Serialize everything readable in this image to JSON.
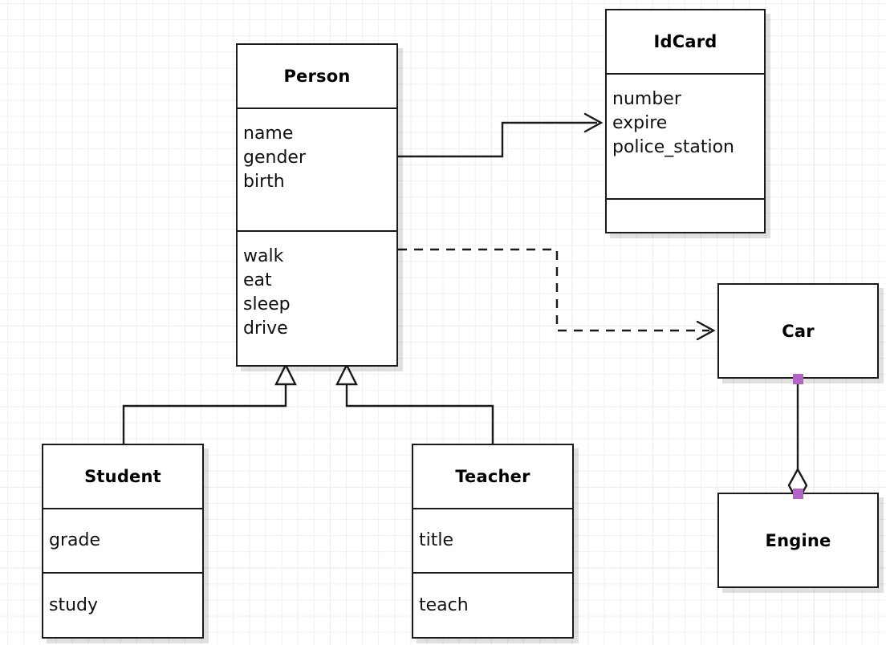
{
  "diagram": {
    "kind": "uml-class-diagram",
    "background": "#ffffff",
    "grid_color": "#e6e6e6",
    "line_color": "#1a1a1a",
    "handle_color": "#b265c4"
  },
  "classes": {
    "person": {
      "name": "Person",
      "attributes": [
        "name",
        "gender",
        "birth"
      ],
      "operations": [
        "walk",
        "eat",
        "sleep",
        "drive"
      ]
    },
    "idcard": {
      "name": "IdCard",
      "attributes": [
        "number",
        "expire",
        "police_station"
      ],
      "operations": []
    },
    "student": {
      "name": "Student",
      "attributes": [
        "grade"
      ],
      "operations": [
        "study"
      ]
    },
    "teacher": {
      "name": "Teacher",
      "attributes": [
        "title"
      ],
      "operations": [
        "teach"
      ]
    },
    "car": {
      "name": "Car"
    },
    "engine": {
      "name": "Engine"
    }
  },
  "relationships": [
    {
      "id": "person-to-idcard",
      "type": "association",
      "line": "solid",
      "arrowhead": "open",
      "from": "Person",
      "to": "IdCard"
    },
    {
      "id": "person-to-car",
      "type": "dependency",
      "line": "dashed",
      "arrowhead": "open",
      "from": "Person",
      "to": "Car"
    },
    {
      "id": "student-to-person",
      "type": "generalization",
      "line": "solid",
      "arrowhead": "hollow-triangle",
      "from": "Student",
      "to": "Person"
    },
    {
      "id": "teacher-to-person",
      "type": "generalization",
      "line": "solid",
      "arrowhead": "hollow-triangle",
      "from": "Teacher",
      "to": "Person"
    },
    {
      "id": "car-to-engine",
      "type": "aggregation",
      "line": "solid",
      "arrowhead": "hollow-diamond",
      "from": "Car",
      "to": "Engine"
    }
  ]
}
